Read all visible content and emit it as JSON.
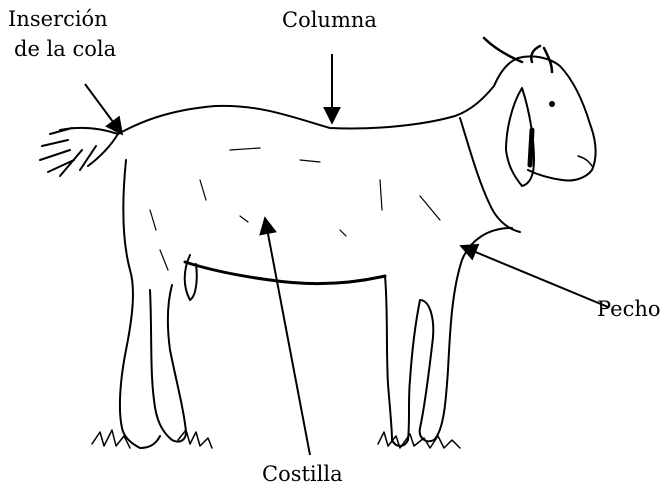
{
  "labels": {
    "insercion_line1": "Inserción",
    "insercion_line2": "de la cola",
    "columna": "Columna",
    "pecho": "Pecho",
    "costilla": "Costilla"
  },
  "colors": {
    "ink": "#000000",
    "background": "#ffffff"
  },
  "illustration": {
    "subject": "goat-icon"
  }
}
